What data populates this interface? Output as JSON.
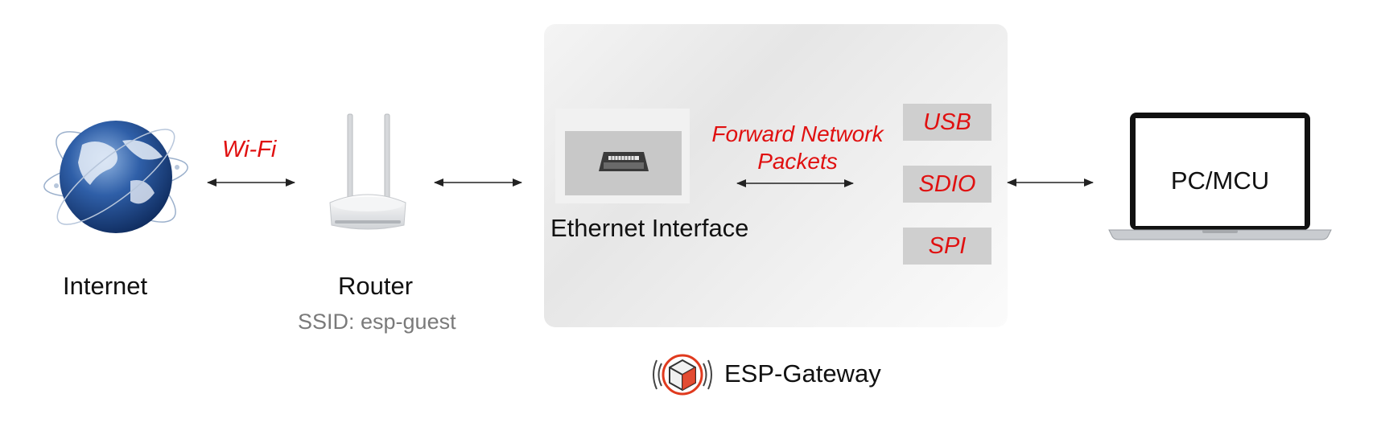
{
  "nodes": {
    "internet": {
      "label": "Internet",
      "icon": "globe-icon"
    },
    "router": {
      "label": "Router",
      "ssid": "SSID: esp-guest",
      "icon": "router-icon"
    },
    "ethernet": {
      "label": "Ethernet Interface",
      "icon": "ethernet-port-icon"
    },
    "pc": {
      "label": "PC/MCU",
      "icon": "laptop-icon"
    }
  },
  "links": {
    "wifi": "Wi-Fi",
    "forward_line1": "Forward Network",
    "forward_line2": "Packets"
  },
  "interfaces": [
    "USB",
    "SDIO",
    "SPI"
  ],
  "brand": {
    "name": "ESP-Gateway",
    "icon": "esp-gateway-logo-icon"
  },
  "colors": {
    "accent_red": "#e01010",
    "panel_gray": "#ececec",
    "interface_box": "#cfcfcf",
    "globe_blue": "#1f4e8c"
  }
}
